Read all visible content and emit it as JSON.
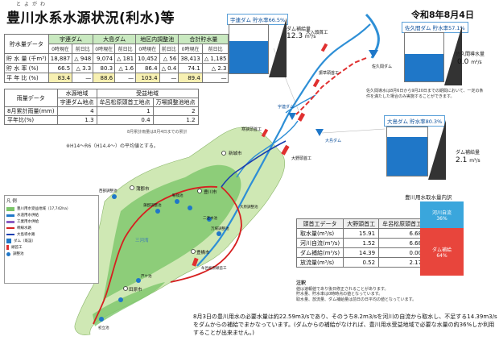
{
  "header": {
    "title_ruby": "とよがわ",
    "title": "豊川水系水源状況(利水)等",
    "date": "令和8年8月4日"
  },
  "storage_table": {
    "corner": "貯水量データ",
    "groups": [
      "宇連ダム",
      "大島ダム",
      "地区内調整池",
      "合計貯水量"
    ],
    "subheads": [
      "0時現在",
      "前日比",
      "0時現在",
      "前日比",
      "0時現在",
      "前日比",
      "0時現在",
      "前日比"
    ],
    "rows": [
      {
        "label": "貯 水 量 (千m³)",
        "cells": [
          "18,887",
          "△ 948",
          "9,074",
          "△ 181",
          "10,452",
          "△ 56",
          "38,413",
          "△ 1,185"
        ]
      },
      {
        "label": "貯 水 率 (%)",
        "cells": [
          "66.5",
          "△ 3.3",
          "80.3",
          "△ 1.6",
          "86.4",
          "△ 0.4",
          "74.1",
          "△ 2.3"
        ]
      },
      {
        "label": "平 年 比 (%)",
        "cells": [
          "83.4",
          "—",
          "88.6",
          "—",
          "103.4",
          "—",
          "89.4",
          "—"
        ]
      }
    ]
  },
  "rain_table": {
    "corner": "雨量データ",
    "group1": "水源地域",
    "group2": "受益地域",
    "subheads": [
      "宇連ダム地点",
      "牟呂松原頭首工地点",
      "万場調整池地点"
    ],
    "rows": [
      {
        "label": "8月累計雨量(mm)",
        "cells": [
          "4",
          "1",
          "2"
        ]
      },
      {
        "label": "平年比(%)",
        "cells": [
          "1.3",
          "0.4",
          "1.2"
        ]
      }
    ],
    "recent_note": "8月累計雨量は8月4日までの累計"
  },
  "avg_note": "※H14～R6（H14.4～）の平均値とする。",
  "gauges": {
    "ure": {
      "title": "宇連ダム 貯水率66.5%",
      "label": "ダム補給量",
      "value": "12.3",
      "unit": "m³/s",
      "level": 0.665
    },
    "sakuma": {
      "title": "佐久間ダム 貯水率57.1%",
      "label": "佐久間導水量",
      "value": "0.0",
      "unit": "m³/s",
      "level": 0.571
    },
    "oshima": {
      "title": "大島ダム 貯水率80.3%",
      "label": "ダム補給量",
      "value": "2.1",
      "unit": "m³/s",
      "level": 0.803
    }
  },
  "sakuma_note": "佐久間導水は8月6日から9月20日までの期間において、一定の条件を満たした場合のみ実施することができます。",
  "map": {
    "labels": {
      "ohnyu": "大入頭首工",
      "sakuma_dam": "佐久間ダム",
      "kouzawa": "振草頭首工",
      "ure_dam": "宇連ダム",
      "oshima_dam": "大島ダム",
      "ohno": "大野頭首工",
      "kanbe": "寒狭頭首工",
      "shinshiro": "新城市",
      "toyokawa": "豊川市",
      "gamagori": "蒲郡市",
      "toyohashi": "豊橋市",
      "tahara": "田原市",
      "muro": "牟呂松原頭首工",
      "kurokawa": "蒲郡調整池",
      "kumanoki": "鞍嶺池",
      "nishiura": "西部調整池",
      "mihara": "万場調整池",
      "ogiri": "大原調整池",
      "mikawa": "三河湾",
      "niren": "二連木池",
      "ashi": "芦ケ池",
      "hatta": "初立池"
    }
  },
  "legend": {
    "title": "凡 例",
    "items": [
      "豊川用水受益地域（17,742ha）",
      "水道用水供給",
      "工業用水供給",
      "幹線水路",
      "大島導水路",
      "ダム（既設）",
      "頭首工",
      "調整池"
    ]
  },
  "intake_table": {
    "corner": "頭首工データ",
    "cols": [
      "大野頭首工",
      "牟呂松原頭首工"
    ],
    "rows": [
      {
        "label": "取水量(m³/s)",
        "cells": [
          "15.91",
          "6.68"
        ]
      },
      {
        "label": "河川自流(m³/s)",
        "cells": [
          "1.52",
          "6.68"
        ]
      },
      {
        "label": "ダム補給(m³/s)",
        "cells": [
          "14.39",
          "0.00"
        ]
      },
      {
        "label": "放流量(m³/s)",
        "cells": [
          "0.52",
          "2.17"
        ]
      }
    ]
  },
  "notes": {
    "title": "注釈",
    "lines": [
      "値は速報値であり後日修正されることがあります。",
      "貯水量、貯水率は0時時点の値となっています。",
      "取水量、放流量、ダム補給量は前日の日平均の値となっています。"
    ]
  },
  "bar": {
    "title": "豊川用水取水量内訳",
    "segments": [
      {
        "label": "河川自流",
        "pct_label": "36%",
        "value": 36,
        "color": "#3aa6dc"
      },
      {
        "label": "ダム補給",
        "pct_label": "64%",
        "value": 64,
        "color": "#e8453c"
      }
    ]
  },
  "summary": "8月3日の豊川用水の必要水量は約22.59m3/sであり、そのうち8.2m3/sを河川の自流から取水し、不足する14.39m3/sをダムからの補給でまかなっています。(ダムからの補給がなければ、豊川用水受益地域で必要な水量の約36%しか利用することが出来ません。)"
}
